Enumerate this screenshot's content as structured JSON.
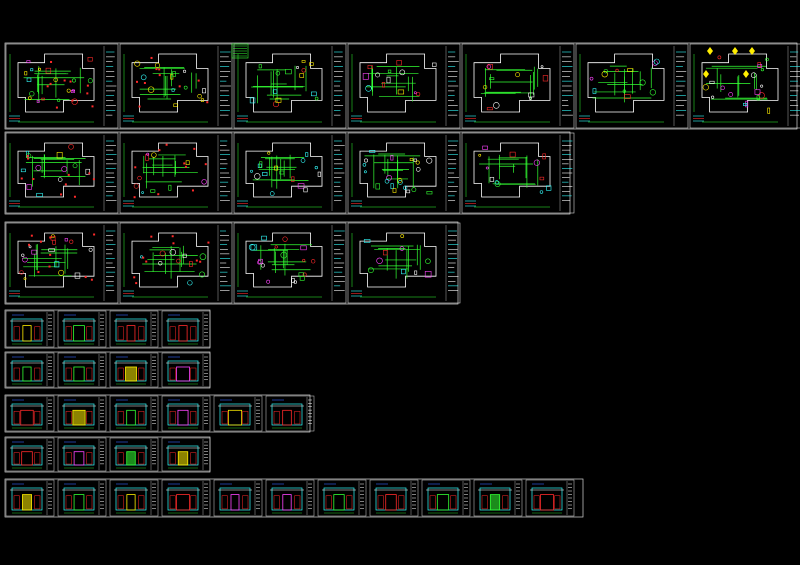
{
  "viewer": {
    "background": "#000000"
  },
  "palette": {
    "frame": "#d8d8d8",
    "green": "#33ff33",
    "red": "#ff2a2a",
    "yellow": "#ffee00",
    "cyan": "#33ffff",
    "white": "#ffffff",
    "magenta": "#ff44ff",
    "blue": "#3366ff"
  },
  "rows": [
    {
      "name": "floor-plans-row-1",
      "sheets": 7,
      "kind": "plan"
    },
    {
      "name": "floor-plans-row-2",
      "sheets": 5,
      "kind": "plan"
    },
    {
      "name": "floor-plans-row-3",
      "sheets": 4,
      "kind": "plan"
    },
    {
      "name": "elevations-row-1",
      "sheets": 4,
      "kind": "elevation"
    },
    {
      "name": "elevations-row-2",
      "sheets": 4,
      "kind": "elevation"
    },
    {
      "name": "elevations-row-3",
      "sheets": 6,
      "kind": "elevation"
    },
    {
      "name": "elevations-row-4",
      "sheets": 4,
      "kind": "elevation"
    },
    {
      "name": "elevations-row-5",
      "sheets": 11,
      "kind": "elevation"
    }
  ]
}
